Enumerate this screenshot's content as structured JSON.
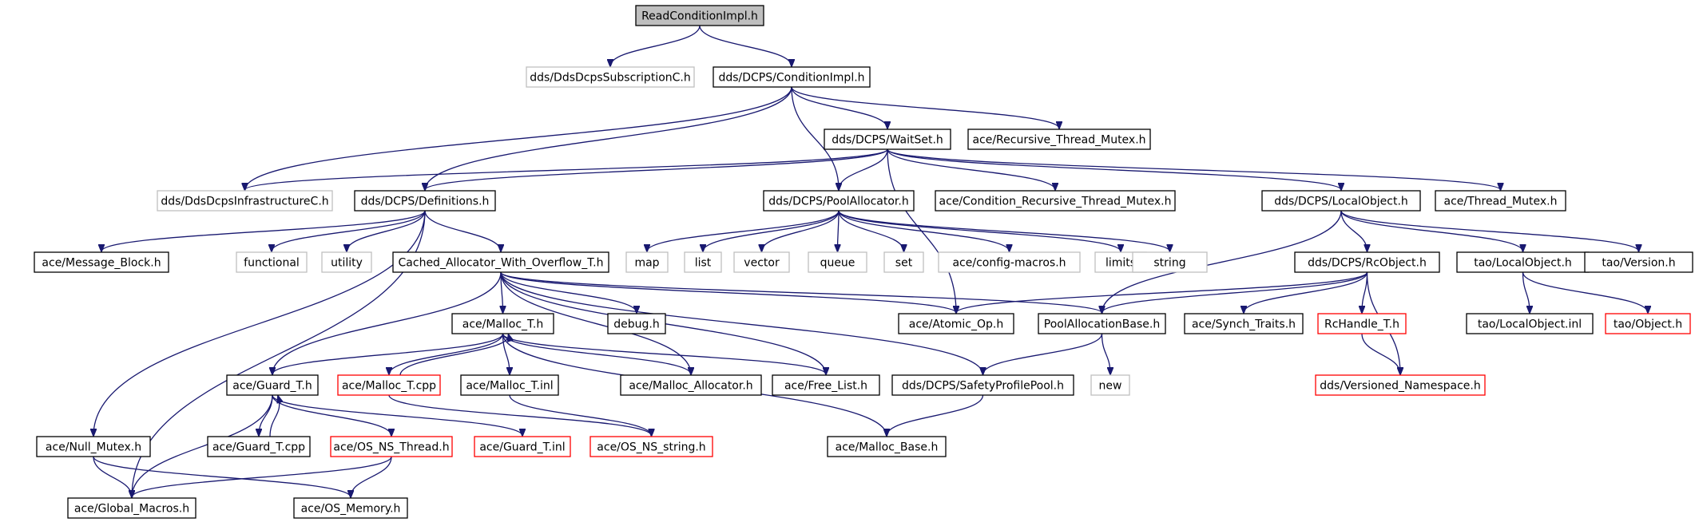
{
  "colors": {
    "edge": "#191970",
    "root_fill": "#bfbfbf",
    "normal_border": "#000000",
    "external_border": "#bfbfbf",
    "truncated_border": "#ff0000"
  },
  "nodes": [
    {
      "id": "n0",
      "label": "ReadConditionImpl.h",
      "kind": "root"
    },
    {
      "id": "n1",
      "label": "dds/DdsDcpsSubscriptionC.h",
      "kind": "external"
    },
    {
      "id": "n2",
      "label": "dds/DCPS/ConditionImpl.h",
      "kind": "normal"
    },
    {
      "id": "n3",
      "label": "dds/DCPS/WaitSet.h",
      "kind": "normal"
    },
    {
      "id": "n4",
      "label": "ace/Recursive_Thread_Mutex.h",
      "kind": "normal"
    },
    {
      "id": "n5",
      "label": "dds/DdsDcpsInfrastructureC.h",
      "kind": "external"
    },
    {
      "id": "n6",
      "label": "dds/DCPS/Definitions.h",
      "kind": "normal"
    },
    {
      "id": "n7",
      "label": "dds/DCPS/PoolAllocator.h",
      "kind": "normal"
    },
    {
      "id": "n8",
      "label": "ace/Condition_Recursive_Thread_Mutex.h",
      "kind": "normal"
    },
    {
      "id": "n9",
      "label": "dds/DCPS/LocalObject.h",
      "kind": "normal"
    },
    {
      "id": "n10",
      "label": "ace/Thread_Mutex.h",
      "kind": "normal"
    },
    {
      "id": "n11",
      "label": "ace/Message_Block.h",
      "kind": "normal"
    },
    {
      "id": "n12",
      "label": "functional",
      "kind": "external"
    },
    {
      "id": "n13",
      "label": "utility",
      "kind": "external"
    },
    {
      "id": "n14",
      "label": "Cached_Allocator_With_Overflow_T.h",
      "kind": "normal"
    },
    {
      "id": "n15",
      "label": "map",
      "kind": "external"
    },
    {
      "id": "n16",
      "label": "list",
      "kind": "external"
    },
    {
      "id": "n17",
      "label": "vector",
      "kind": "external"
    },
    {
      "id": "n18",
      "label": "queue",
      "kind": "external"
    },
    {
      "id": "n19",
      "label": "set",
      "kind": "external"
    },
    {
      "id": "n20",
      "label": "ace/config-macros.h",
      "kind": "external"
    },
    {
      "id": "n21",
      "label": "limits",
      "kind": "external"
    },
    {
      "id": "n22",
      "label": "string",
      "kind": "external"
    },
    {
      "id": "n23",
      "label": "dds/DCPS/RcObject.h",
      "kind": "normal"
    },
    {
      "id": "n24",
      "label": "tao/LocalObject.h",
      "kind": "normal"
    },
    {
      "id": "n25",
      "label": "tao/Version.h",
      "kind": "normal"
    },
    {
      "id": "n26",
      "label": "ace/Malloc_T.h",
      "kind": "normal"
    },
    {
      "id": "n27",
      "label": "debug.h",
      "kind": "normal"
    },
    {
      "id": "n28",
      "label": "ace/Atomic_Op.h",
      "kind": "normal"
    },
    {
      "id": "n29",
      "label": "PoolAllocationBase.h",
      "kind": "normal"
    },
    {
      "id": "n30",
      "label": "ace/Synch_Traits.h",
      "kind": "normal"
    },
    {
      "id": "n31",
      "label": "RcHandle_T.h",
      "kind": "truncated"
    },
    {
      "id": "n32",
      "label": "tao/LocalObject.inl",
      "kind": "normal"
    },
    {
      "id": "n33",
      "label": "tao/Object.h",
      "kind": "truncated"
    },
    {
      "id": "n34",
      "label": "ace/Guard_T.h",
      "kind": "normal"
    },
    {
      "id": "n35",
      "label": "ace/Malloc_T.cpp",
      "kind": "truncated"
    },
    {
      "id": "n36",
      "label": "ace/Malloc_T.inl",
      "kind": "normal"
    },
    {
      "id": "n37",
      "label": "ace/Malloc_Allocator.h",
      "kind": "normal"
    },
    {
      "id": "n38",
      "label": "ace/Free_List.h",
      "kind": "normal"
    },
    {
      "id": "n39",
      "label": "dds/DCPS/SafetyProfilePool.h",
      "kind": "normal"
    },
    {
      "id": "n40",
      "label": "new",
      "kind": "external"
    },
    {
      "id": "n41",
      "label": "dds/Versioned_Namespace.h",
      "kind": "truncated"
    },
    {
      "id": "n42",
      "label": "ace/Null_Mutex.h",
      "kind": "normal"
    },
    {
      "id": "n43",
      "label": "ace/Guard_T.cpp",
      "kind": "normal"
    },
    {
      "id": "n44",
      "label": "ace/OS_NS_Thread.h",
      "kind": "truncated"
    },
    {
      "id": "n45",
      "label": "ace/Guard_T.inl",
      "kind": "truncated"
    },
    {
      "id": "n46",
      "label": "ace/OS_NS_string.h",
      "kind": "truncated"
    },
    {
      "id": "n47",
      "label": "ace/Malloc_Base.h",
      "kind": "normal"
    },
    {
      "id": "n48",
      "label": "ace/Global_Macros.h",
      "kind": "normal"
    },
    {
      "id": "n49",
      "label": "ace/OS_Memory.h",
      "kind": "normal"
    }
  ],
  "edges": [
    [
      "n0",
      "n1"
    ],
    [
      "n0",
      "n2"
    ],
    [
      "n2",
      "n3"
    ],
    [
      "n2",
      "n4"
    ],
    [
      "n2",
      "n5"
    ],
    [
      "n2",
      "n6"
    ],
    [
      "n2",
      "n7"
    ],
    [
      "n3",
      "n5"
    ],
    [
      "n3",
      "n6"
    ],
    [
      "n3",
      "n7"
    ],
    [
      "n3",
      "n8"
    ],
    [
      "n3",
      "n9"
    ],
    [
      "n3",
      "n10"
    ],
    [
      "n3",
      "n28"
    ],
    [
      "n6",
      "n11"
    ],
    [
      "n6",
      "n12"
    ],
    [
      "n6",
      "n13"
    ],
    [
      "n6",
      "n14"
    ],
    [
      "n6",
      "n42"
    ],
    [
      "n6",
      "n48"
    ],
    [
      "n7",
      "n15"
    ],
    [
      "n7",
      "n16"
    ],
    [
      "n7",
      "n17"
    ],
    [
      "n7",
      "n18"
    ],
    [
      "n7",
      "n19"
    ],
    [
      "n7",
      "n20"
    ],
    [
      "n7",
      "n21"
    ],
    [
      "n7",
      "n22"
    ],
    [
      "n9",
      "n23"
    ],
    [
      "n9",
      "n24"
    ],
    [
      "n9",
      "n25"
    ],
    [
      "n9",
      "n29"
    ],
    [
      "n14",
      "n26"
    ],
    [
      "n14",
      "n27"
    ],
    [
      "n14",
      "n28"
    ],
    [
      "n14",
      "n29"
    ],
    [
      "n14",
      "n34"
    ],
    [
      "n14",
      "n37"
    ],
    [
      "n14",
      "n38"
    ],
    [
      "n14",
      "n39"
    ],
    [
      "n23",
      "n28"
    ],
    [
      "n23",
      "n29"
    ],
    [
      "n23",
      "n30"
    ],
    [
      "n23",
      "n31"
    ],
    [
      "n23",
      "n41"
    ],
    [
      "n24",
      "n32"
    ],
    [
      "n24",
      "n33"
    ],
    [
      "n26",
      "n34"
    ],
    [
      "n26",
      "n35"
    ],
    [
      "n26",
      "n36"
    ],
    [
      "n26",
      "n37"
    ],
    [
      "n26",
      "n38"
    ],
    [
      "n26",
      "n47"
    ],
    [
      "n35",
      "n26"
    ],
    [
      "n29",
      "n39"
    ],
    [
      "n29",
      "n40"
    ],
    [
      "n31",
      "n41"
    ],
    [
      "n34",
      "n43"
    ],
    [
      "n34",
      "n44"
    ],
    [
      "n34",
      "n45"
    ],
    [
      "n34",
      "n48"
    ],
    [
      "n43",
      "n34"
    ],
    [
      "n35",
      "n46"
    ],
    [
      "n36",
      "n46"
    ],
    [
      "n39",
      "n47"
    ],
    [
      "n42",
      "n48"
    ],
    [
      "n42",
      "n49"
    ],
    [
      "n44",
      "n48"
    ],
    [
      "n44",
      "n49"
    ]
  ]
}
